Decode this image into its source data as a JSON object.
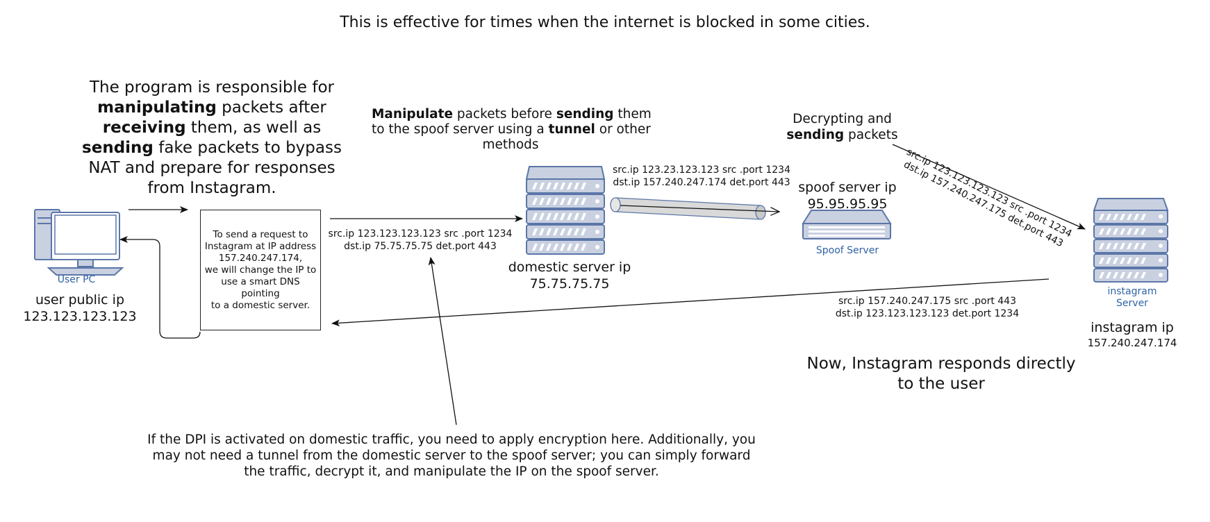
{
  "title": "This is effective for times when the internet is blocked in some cities.",
  "program_description": {
    "line1": "The program is responsible for",
    "line2_bold": "manipulating",
    "line2_rest": " packets after",
    "line3_bold": "receiving",
    "line3_rest": " them, as well as",
    "line4_bold": "sending",
    "line4_rest": " fake packets to bypass",
    "line5": "NAT and prepare for responses",
    "line6": "from Instagram."
  },
  "manipulate_description": {
    "bold1": "Manipulate",
    "text1": " packets before ",
    "bold2": "sending",
    "text2": " them",
    "text3": "to the spoof server using a ",
    "bold3": "tunnel",
    "text4": " or other",
    "text5": "methods"
  },
  "decrypt_description": {
    "line1": "Decrypting and",
    "bold": "sending",
    "line2_rest": " packets"
  },
  "packets": {
    "user_to_domestic": {
      "src": "src.ip 123.123.123.123 src .port 1234",
      "dst": "dst.ip 75.75.75.75 det.port 443"
    },
    "domestic_to_spoof": {
      "src": "src.ip 123.23.123.123 src .port 1234",
      "dst": "dst.ip 157.240.247.174 det.port 443"
    },
    "spoof_to_instagram": {
      "src": "src.ip 123.123.123.123 src .port 1234",
      "dst": "dst.ip 157.240.247.175 det.port 443"
    },
    "instagram_to_user": {
      "src": "src.ip 157.240.247.175 src .port 443",
      "dst": "dst.ip 123.123.123.123 det.port 1234"
    }
  },
  "nodes": {
    "user": {
      "caption": "User PC",
      "label": "user public ip",
      "ip": "123.123.123.123"
    },
    "domestic": {
      "label": "domestic server ip",
      "ip": "75.75.75.75"
    },
    "spoof": {
      "caption": "Spoof Server",
      "label": "spoof server ip",
      "ip": "95.95.95.95"
    },
    "instagram": {
      "caption_line1": "instagram",
      "caption_line2": "Server",
      "label": "instagram ip",
      "ip": "157.240.247.174"
    }
  },
  "dns_box": {
    "line1": "To send a request to",
    "line2": "Instagram at IP address",
    "line3": "157.240.247.174,",
    "line4": "we will change the IP to",
    "line5": "use a smart DNS pointing",
    "line6": "to a domestic server."
  },
  "response_note": {
    "line1": "Now, Instagram responds directly",
    "line2": "to the user"
  },
  "dpi_note": {
    "line1": "If the DPI is activated on domestic traffic, you need to apply encryption here. Additionally, you",
    "line2": "may not need a tunnel from the domestic server to the spoof server; you can simply forward",
    "line3": "the traffic, decrypt it, and manipulate the IP on the spoof server."
  },
  "colors": {
    "icon_fill": "#c9d0e0",
    "icon_stroke": "#5b76a8",
    "icon_label": "#2f63a4",
    "line": "#111111"
  }
}
